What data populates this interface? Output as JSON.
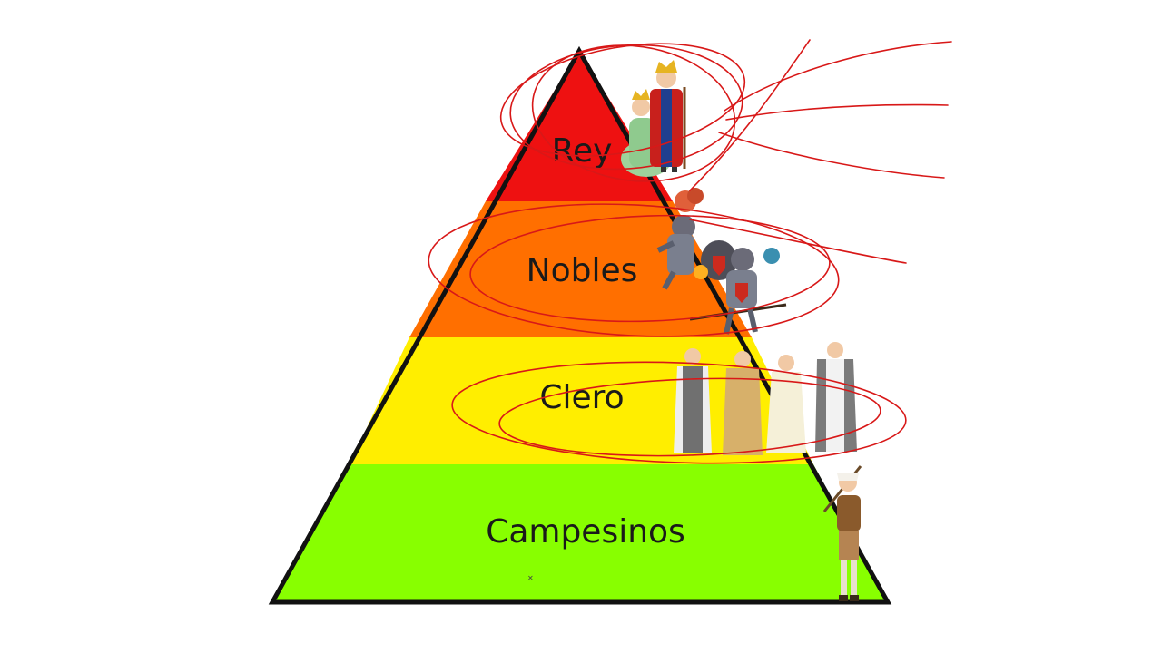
{
  "pyramid": {
    "levels": [
      {
        "label": "Rey",
        "color": "#ee1111"
      },
      {
        "label": "Nobles",
        "color": "#ff6f00"
      },
      {
        "label": "Clero",
        "color": "#ffee00"
      },
      {
        "label": "Campesinos",
        "color": "#88ff00"
      }
    ],
    "outline_color": "#111111"
  },
  "annotations": {
    "ink_color": "#d81818"
  },
  "figures": [
    {
      "name": "king-queen-figure"
    },
    {
      "name": "knights-figure"
    },
    {
      "name": "monks-figure"
    },
    {
      "name": "peasant-figure"
    }
  ]
}
